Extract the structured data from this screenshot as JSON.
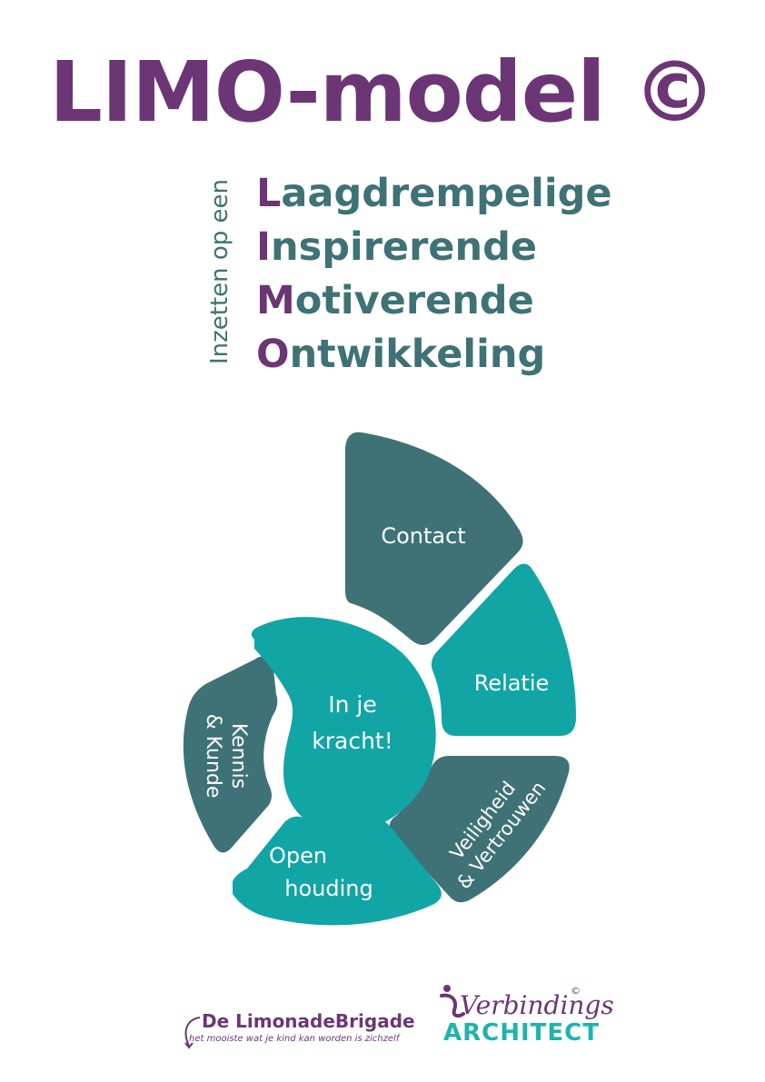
{
  "title": "LIMO-model ©",
  "intro": "Inzetten op een",
  "acronym": [
    {
      "initial": "L",
      "rest": "aagdrempelige"
    },
    {
      "initial": "I",
      "rest": "nspirerende"
    },
    {
      "initial": "M",
      "rest": "otiverende"
    },
    {
      "initial": "O",
      "rest": "ntwikkeling"
    }
  ],
  "segments": {
    "contact": "Contact",
    "relatie": "Relatie",
    "veiligheid_1": "Veiligheid",
    "veiligheid_2": "& Vertrouwen",
    "open_1": "Open",
    "open_2": "houding",
    "kennis_1": "Kennis",
    "kennis_2": "& Kunde",
    "center_1": "In je",
    "center_2": "kracht!"
  },
  "footer": {
    "brand_name": "De LimonadeBrigade",
    "brand_tagline": "het mooiste wat je kind kan worden is zichzelf",
    "partner_top": "Verbindings",
    "partner_bottom": "ARCHITECT",
    "partner_mark": "©"
  },
  "colors": {
    "purple": "#6c3676",
    "dark_teal": "#3e7276",
    "teal": "#12a5a5"
  }
}
